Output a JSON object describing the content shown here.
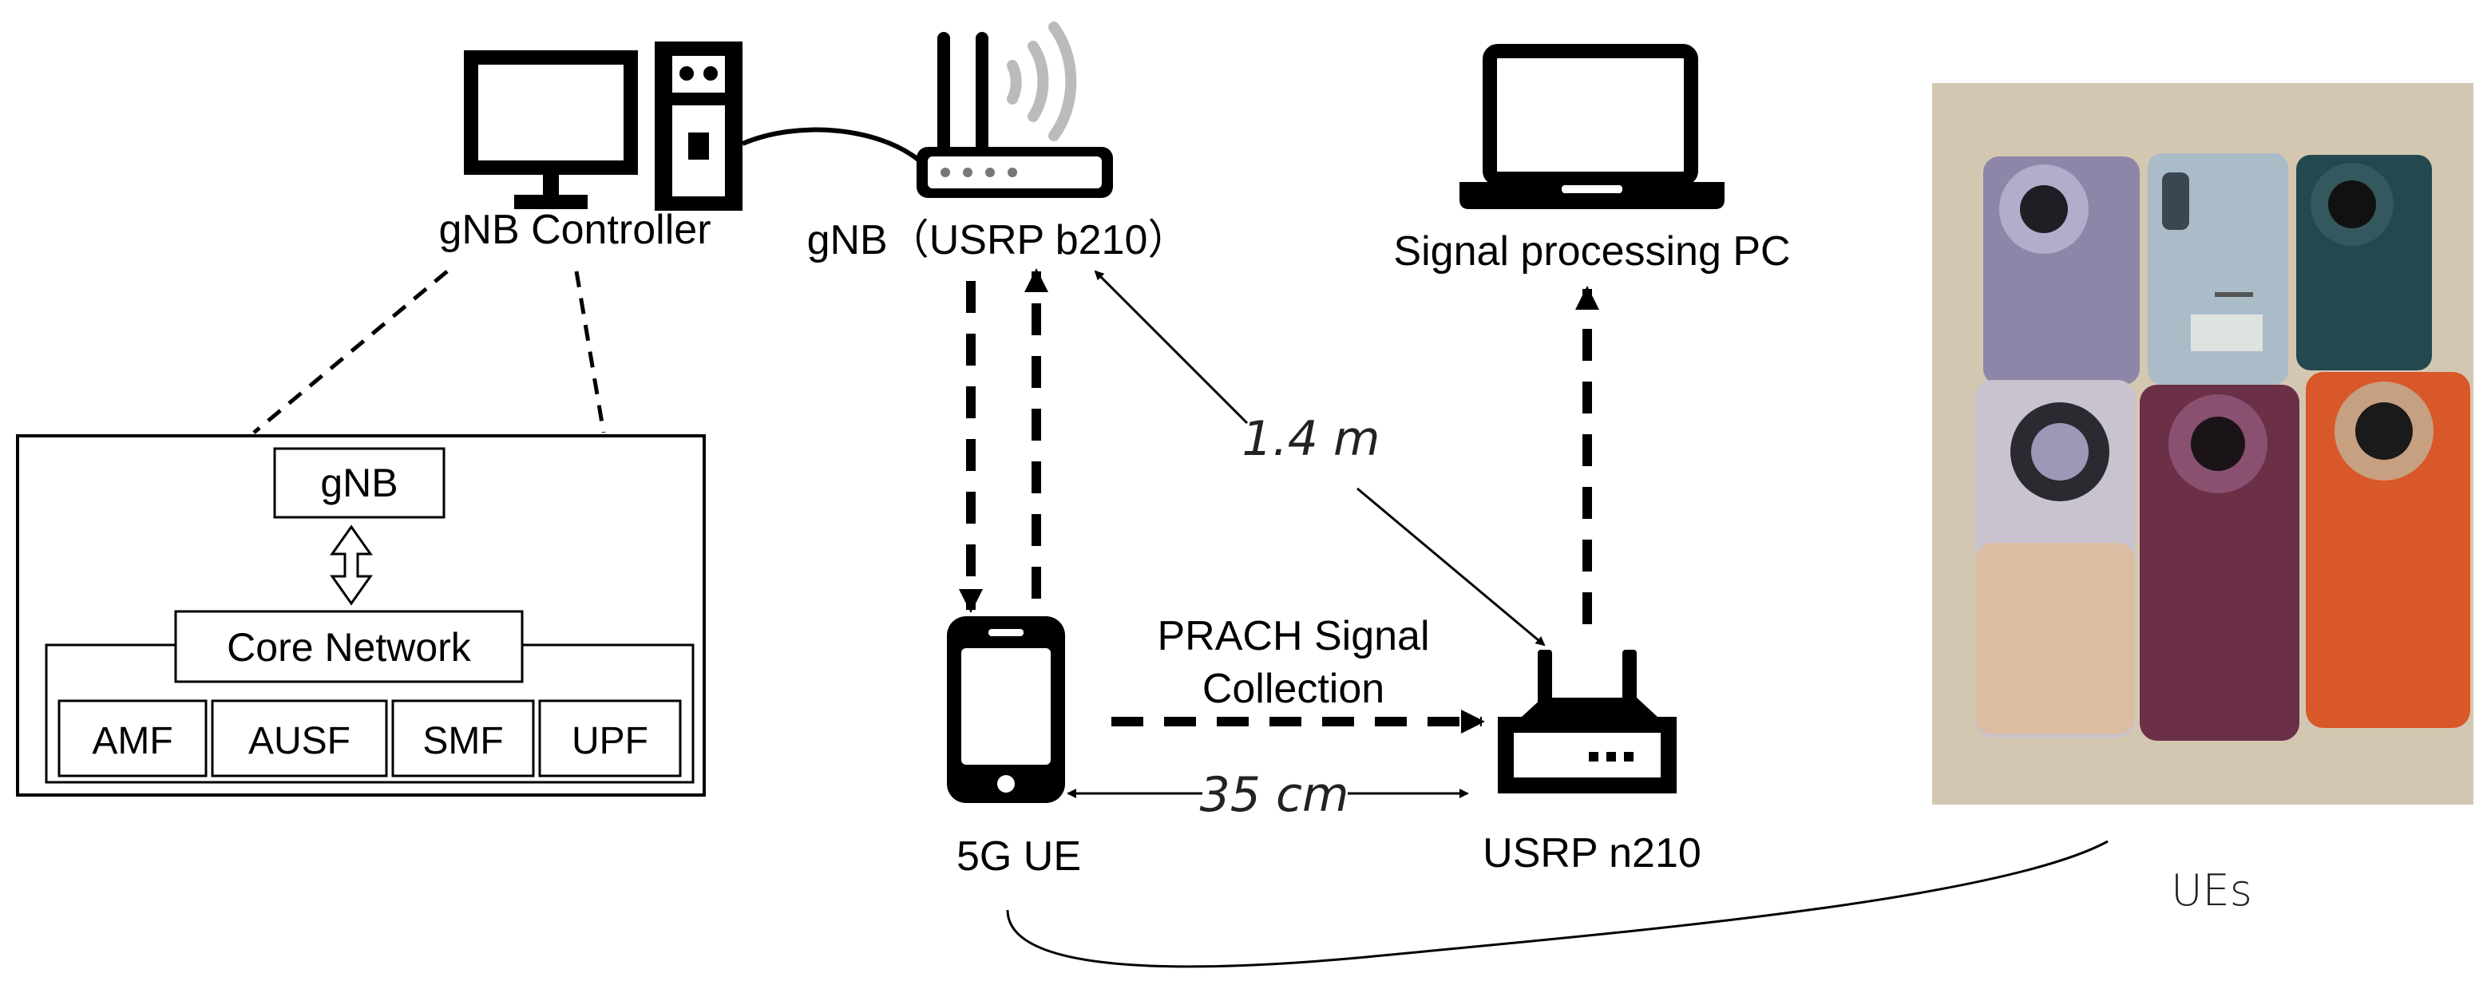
{
  "labels": {
    "gnb_controller": "gNB Controller",
    "gnb_usrp": "gNB（USRP b210）",
    "signal_pc": "Signal processing PC",
    "distance_long": "1.4 m",
    "distance_short": "35 cm",
    "prach_line1": "PRACH Signal",
    "prach_line2": "Collection",
    "ue": "5G UE",
    "usrp_n210": "USRP n210",
    "ues": "UEs"
  },
  "core_box": {
    "gnb": "gNB",
    "core_network": "Core Network",
    "functions": [
      "AMF",
      "AUSF",
      "SMF",
      "UPF"
    ]
  },
  "photo": {
    "phones": [
      {
        "color": "#8d86a8"
      },
      {
        "color": "#a9bcc8"
      },
      {
        "color": "#23484e"
      },
      {
        "color": "#c9c3cf"
      },
      {
        "color": "#6b2f48"
      },
      {
        "color": "#d8582a"
      }
    ],
    "background_color": "#d4c7b2"
  }
}
